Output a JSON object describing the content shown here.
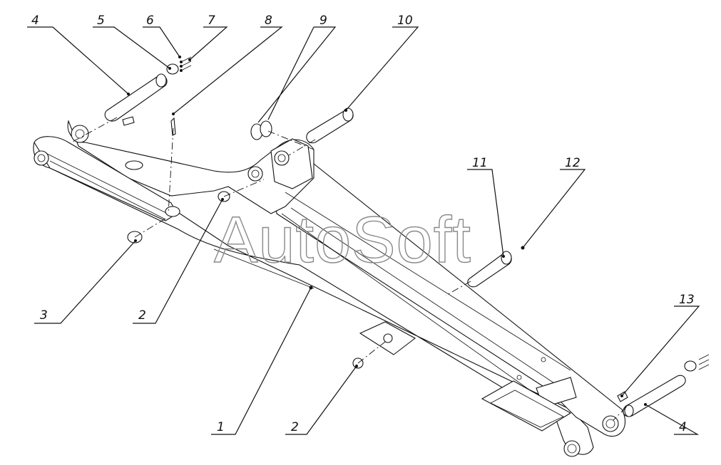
{
  "watermark": "AutoSoft",
  "callouts": [
    {
      "id": "c1",
      "label": "1"
    },
    {
      "id": "c2a",
      "label": "2"
    },
    {
      "id": "c2b",
      "label": "2"
    },
    {
      "id": "c3",
      "label": "3"
    },
    {
      "id": "c4a",
      "label": "4"
    },
    {
      "id": "c4b",
      "label": "4"
    },
    {
      "id": "c5",
      "label": "5"
    },
    {
      "id": "c6",
      "label": "6"
    },
    {
      "id": "c7",
      "label": "7"
    },
    {
      "id": "c8",
      "label": "8"
    },
    {
      "id": "c9",
      "label": "9"
    },
    {
      "id": "c10",
      "label": "10"
    },
    {
      "id": "c11",
      "label": "11"
    },
    {
      "id": "c12",
      "label": "12"
    },
    {
      "id": "c13",
      "label": "13"
    }
  ],
  "colors": {
    "line": "#111111",
    "watermark": "#8a8a8a",
    "background": "#ffffff"
  }
}
